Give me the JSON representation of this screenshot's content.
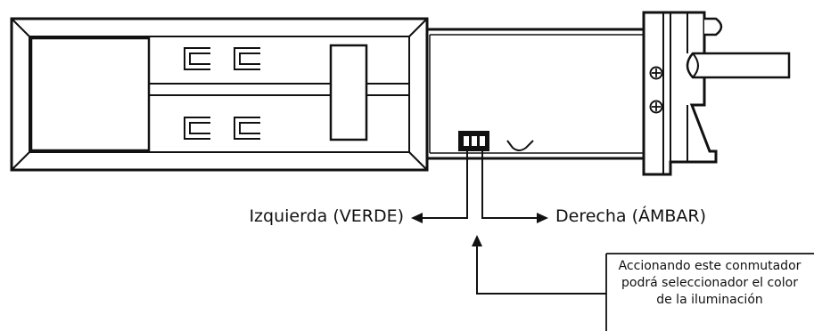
{
  "labels": {
    "left": "Izquierda (VERDE)",
    "right": "Derecha (ÁMBAR)"
  },
  "callout": {
    "lines": [
      "Accionando este conmutador",
      "podrá seleccionador el color",
      "de la iluminación"
    ]
  },
  "colors": {
    "line": "#111111",
    "background": "#ffffff",
    "switch": "#111111"
  },
  "icons": {
    "screw": "screw-head-icon",
    "switch": "toggle-switch-icon"
  }
}
